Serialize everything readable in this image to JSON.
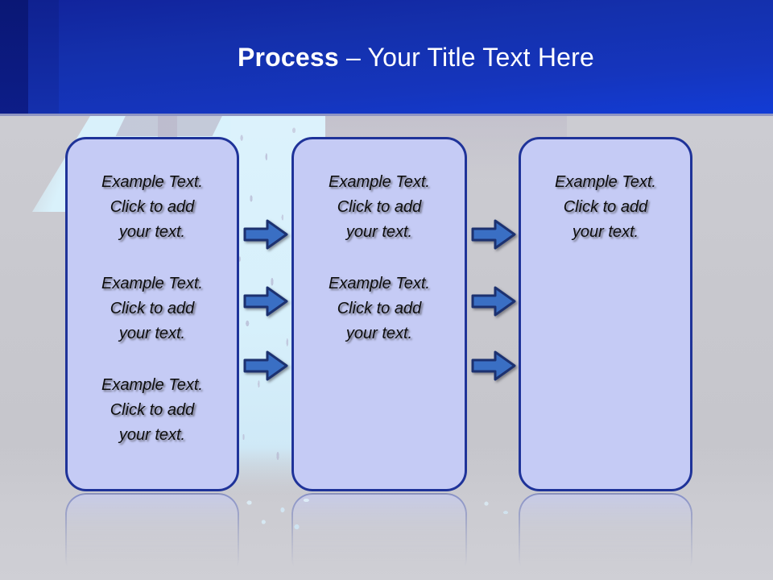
{
  "slide": {
    "title": {
      "bold_part": "Process",
      "rest_part": " – Your Title Text Here"
    },
    "theme": {
      "header_blue": "#1430ac",
      "header_dark_band": "#0a1775",
      "box_fill": "#c5cbf5",
      "box_border": "#1f3399",
      "arrow_fill": "#3a6fc4",
      "arrow_border": "#1c3170",
      "background_gray": "#c9c9ce",
      "title_color": "#ffffff",
      "body_text_color": "#0d0d0d"
    },
    "boxes": [
      {
        "name": "process-step-1",
        "texts": [
          "Example Text.\nClick  to add\nyour text.",
          "Example Text.\nClick  to add\nyour text.",
          "Example Text.\nClick  to add\nyour text."
        ]
      },
      {
        "name": "process-step-2",
        "texts": [
          "Example Text.\nClick  to add\nyour text.",
          "Example Text.\nClick  to add\nyour text."
        ]
      },
      {
        "name": "process-step-3",
        "texts": [
          "Example Text.\nClick  to add\nyour text."
        ]
      }
    ],
    "arrow_groups": [
      {
        "name": "arrows-between-step-1-and-2",
        "count": 3,
        "direction": "right"
      },
      {
        "name": "arrows-between-step-2-and-3",
        "count": 3,
        "direction": "right"
      }
    ]
  }
}
